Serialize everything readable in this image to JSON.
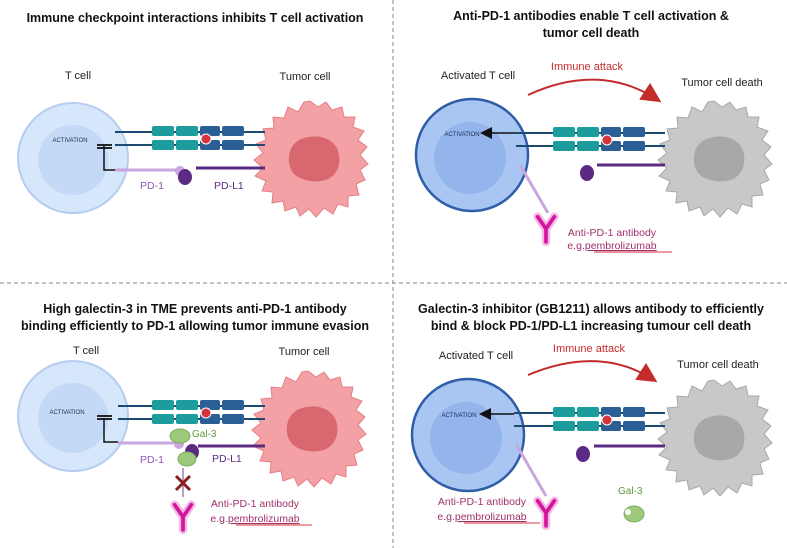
{
  "panels": {
    "p1": {
      "title": "Immune checkpoint interactions inhibits T cell activation",
      "t_cell_label": "T cell",
      "tumor_label": "Tumor cell",
      "activation": "ACTIVATION",
      "pd1": "PD-1",
      "pdl1": "PD-L1"
    },
    "p2": {
      "title_line1": "Anti-PD-1 antibodies enable T cell activation &",
      "title_line2": "tumor cell death",
      "t_cell_label": "Activated T cell",
      "tumor_label": "Tumor cell death",
      "attack": "Immune attack",
      "activation": "ACTIVATION",
      "antibody_line1": "Anti-PD-1 antibody",
      "antibody_line2_prefix": "e.g.",
      "antibody_drug": "pembrolizumab"
    },
    "p3": {
      "title_line1": "High galectin-3 in TME prevents anti-PD-1 antibody",
      "title_line2": "binding efficiently to PD-1 allowing tumor immune evasion",
      "t_cell_label": "T cell",
      "tumor_label": "Tumor cell",
      "activation": "ACTIVATION",
      "pd1": "PD-1",
      "pdl1": "PD-L1",
      "gal3": "Gal-3",
      "antibody_line1": "Anti-PD-1 antibody",
      "antibody_line2_prefix": "e.g.",
      "antibody_drug": "pembrolizumab"
    },
    "p4": {
      "title_line1": "Galectin-3 inhibitor (GB1211) allows antibody to efficiently",
      "title_line2": "bind & block PD-1/PD-L1 increasing tumour cell death",
      "t_cell_label": "Activated T cell",
      "tumor_label": "Tumor cell death",
      "attack": "Immune attack",
      "activation": "ACTIVATION",
      "gal3": "Gal-3",
      "antibody_line1": "Anti-PD-1 antibody",
      "antibody_line2_prefix": "e.g.",
      "antibody_drug": "pembrolizumab"
    }
  },
  "colors": {
    "t_cell": "#d6e6fb",
    "activated_t_cell": "#a9c6f3",
    "tumor": "#f3a1a5",
    "tumor_nucleus": "#d9676f",
    "dead_tumor": "#c8c8c8",
    "dead_nucleus": "#a8a8a8",
    "mhc_teal": "#1c9c9c",
    "tcr_blue": "#2a5f96",
    "pd1": "#c9a6dc",
    "pdl1": "#5b2a83",
    "antibody": "#e04bb8",
    "galectin": "#9cc97a",
    "attack_arrow": "#c42b2b",
    "divider": "#8a8a8a"
  }
}
